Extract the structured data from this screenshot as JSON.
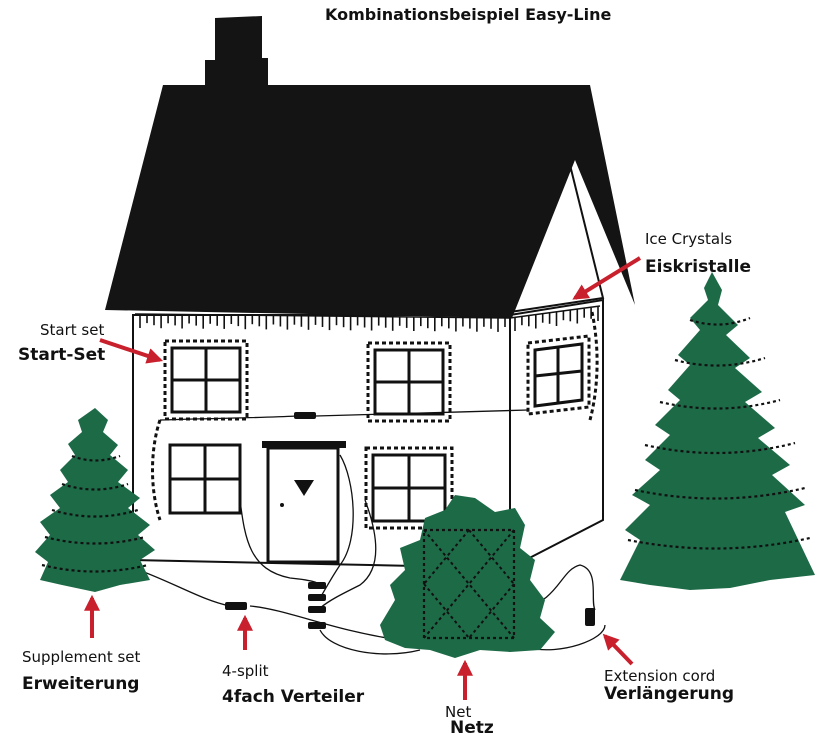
{
  "title": "Kombinationsbeispiel Easy-Line",
  "colors": {
    "roof": "#141414",
    "tree": "#1d6a47",
    "arrow": "#c8202c",
    "line": "#111111",
    "wall": "#ffffff"
  },
  "labels": {
    "ice_crystals_en": "Ice Crystals",
    "ice_crystals_de": "Eiskristalle",
    "start_set_en": "Start set",
    "start_set_de": "Start-Set",
    "supplement_en": "Supplement set",
    "supplement_de": "Erweiterung",
    "split_en": "4-split",
    "split_de": "4fach Verteiler",
    "net_en": "Net",
    "net_de": "Netz",
    "extension_en": "Extension cord",
    "extension_de": "Verlängerung"
  }
}
